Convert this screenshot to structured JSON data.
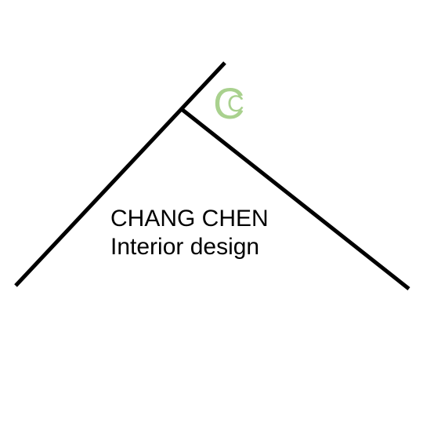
{
  "logo": {
    "monogram_outer": "C",
    "monogram_inner": "C",
    "name": "CHANG CHEN",
    "tagline": "Interior design",
    "line_color": "#000000",
    "accent_color": "#a9d18e"
  }
}
